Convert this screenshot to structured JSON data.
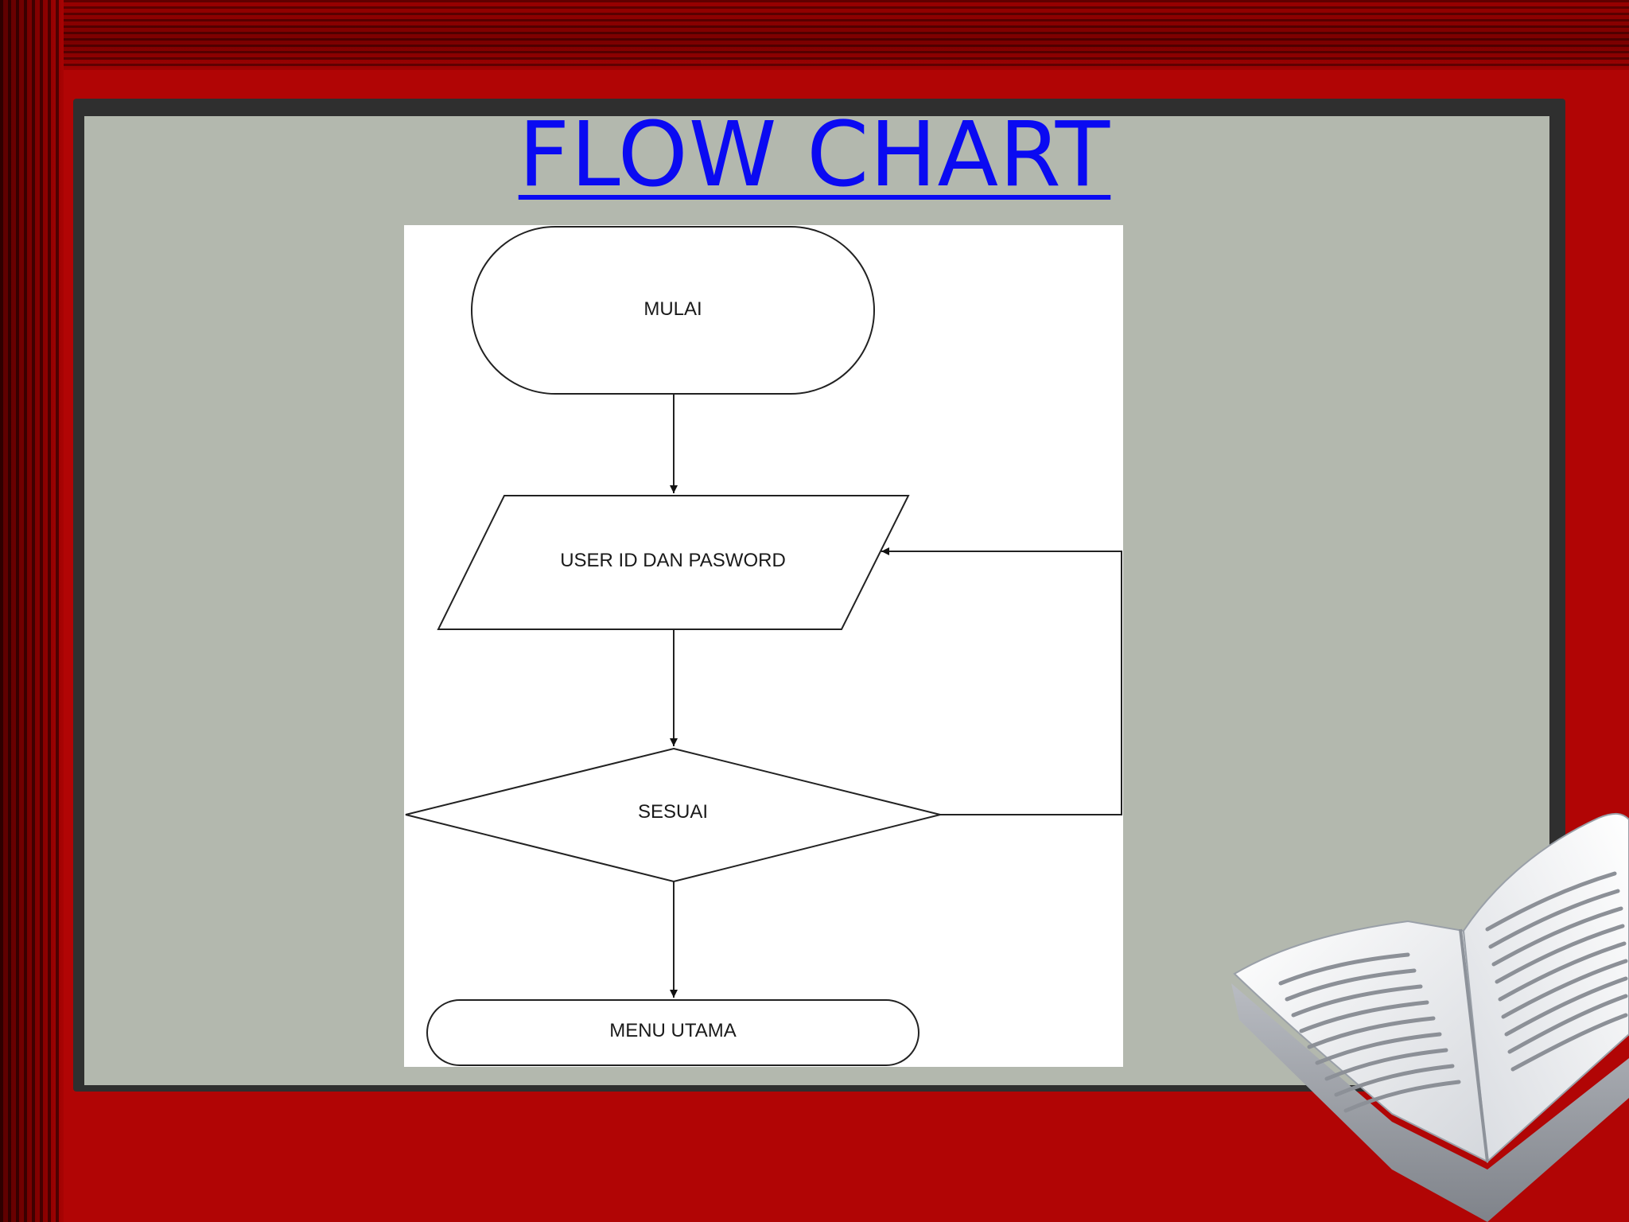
{
  "slide": {
    "title": "FLOW CHART"
  },
  "flowchart": {
    "nodes": [
      {
        "id": "start",
        "shape": "terminator",
        "label": "MULAI"
      },
      {
        "id": "input",
        "shape": "parallelogram",
        "label": "USER ID DAN PASWORD"
      },
      {
        "id": "check",
        "shape": "decision",
        "label": "SESUAI"
      },
      {
        "id": "end",
        "shape": "terminator",
        "label": "MENU UTAMA"
      }
    ],
    "edges": [
      {
        "from": "start",
        "to": "input"
      },
      {
        "from": "input",
        "to": "check"
      },
      {
        "from": "check",
        "to": "end"
      },
      {
        "from": "check",
        "to": "input"
      }
    ]
  },
  "colors": {
    "frame": "#b10505",
    "panel": "#b3b8ae",
    "title": "#0a0af2"
  },
  "decor": {
    "book_icon": "open-book-icon"
  }
}
